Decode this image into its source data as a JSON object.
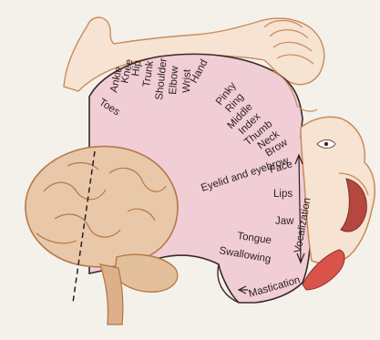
{
  "labels": {
    "toes": "Toes",
    "ankle": "Ankle",
    "knee": "Knee",
    "hip": "Hip",
    "trunk": "Trunk",
    "shoulder": "Shoulder",
    "elbow": "Elbow",
    "wrist": "Wrist",
    "hand": "Hand",
    "pinky": "Pinky",
    "ring": "Ring",
    "middle": "Middle",
    "index": "Index",
    "thumb": "Thumb",
    "neck": "Neck",
    "brow": "Brow",
    "eyelid": "Eyelid and eyebrow",
    "face": "Face",
    "lips": "Lips",
    "jaw": "Jaw",
    "tongue": "Tongue",
    "swallowing": "Swallowing",
    "vocalization": "Vocalization",
    "mastication": "Mastication"
  },
  "colors": {
    "cortex_fill": "#f1cdd6",
    "cortex_outline": "#3a2a2a",
    "skin": "#f6e3d2",
    "skin_shade": "#c98a5a",
    "brain": "#e8c8a8",
    "brain_shade": "#b57848",
    "tongue_accent": "#d9534a"
  }
}
